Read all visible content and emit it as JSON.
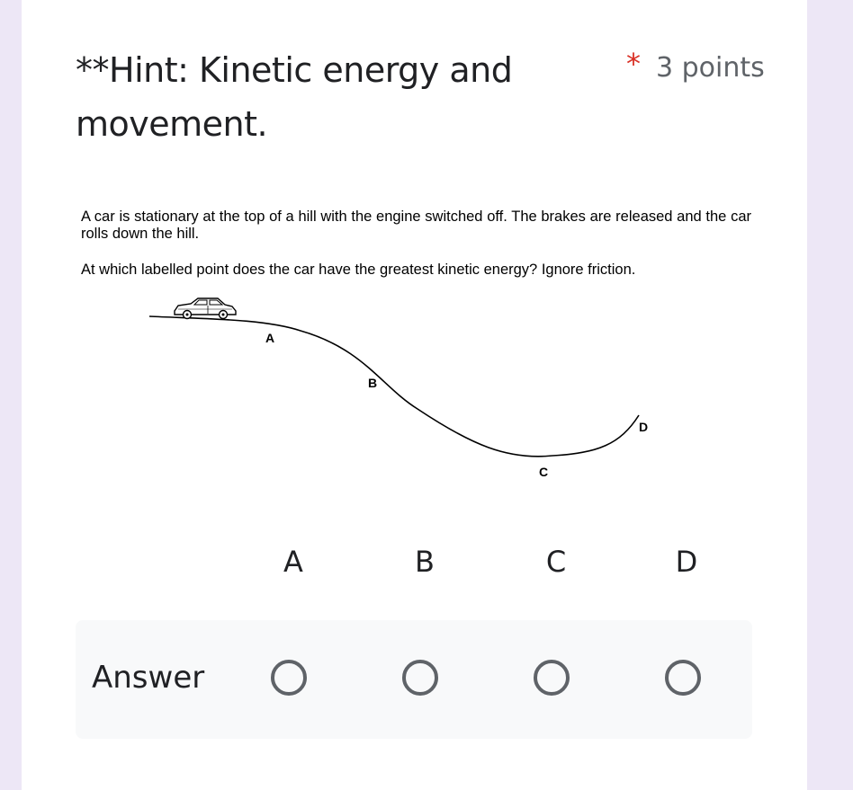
{
  "question": {
    "title": "**Hint: Kinetic energy and movement.",
    "required_marker": "*",
    "points": "3 points",
    "text": "A car is stationary at the top of a hill with the engine switched off. The brakes are released and the car rolls down the hill.",
    "prompt": "At which labelled point does the car have the greatest kinetic energy? Ignore friction."
  },
  "diagram": {
    "point_labels": [
      "A",
      "B",
      "C",
      "D"
    ],
    "line_color": "#000000",
    "car_icon": "car-icon"
  },
  "grid": {
    "columns": [
      "A",
      "B",
      "C",
      "D"
    ],
    "rows": [
      {
        "label": "Answer",
        "selected": null
      }
    ]
  },
  "colors": {
    "background": "#ede7f6",
    "card": "#ffffff",
    "required": "#d93025",
    "muted": "#5f6368",
    "row_background": "#f8f9fa"
  }
}
